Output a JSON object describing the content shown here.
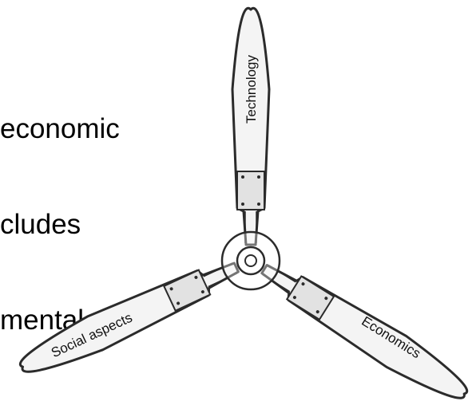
{
  "text_lines": [
    "economic",
    "cludes",
    "mental and"
  ],
  "blades": {
    "top": "Technology",
    "left": "Social aspects",
    "right": "Economics"
  },
  "colors": {
    "blade_fill": "#f4f4f4",
    "outline": "#2b2b2b",
    "hub_fill": "#ffffff"
  }
}
